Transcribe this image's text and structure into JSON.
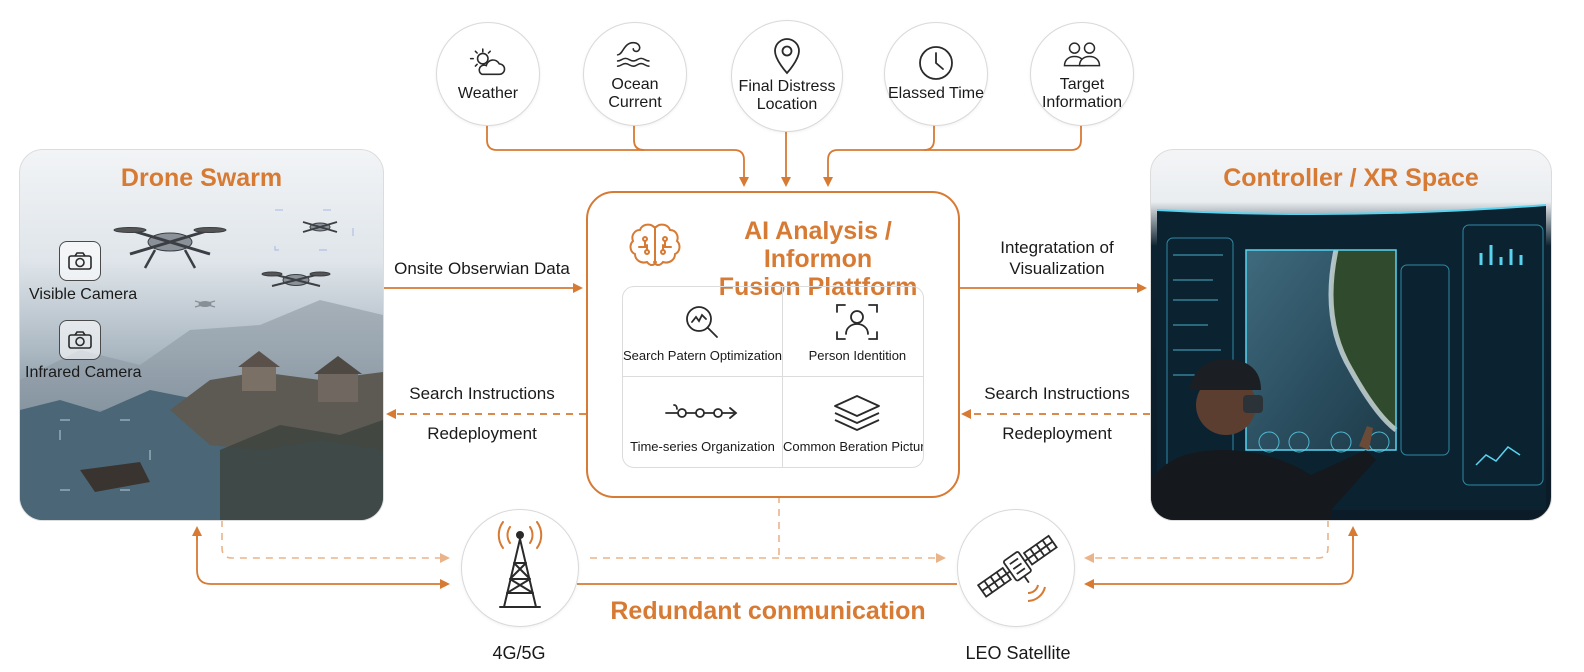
{
  "accent_color": "#d77a33",
  "inputs": [
    {
      "label": "Weather",
      "icon": "weather-icon"
    },
    {
      "label": "Ocean\nCurrent",
      "icon": "wave-icon"
    },
    {
      "label": "Final Distress\nLocation",
      "icon": "location-pin-icon"
    },
    {
      "label": "Elassed Time",
      "icon": "clock-icon"
    },
    {
      "label": "Target\nInformation",
      "icon": "people-icon"
    }
  ],
  "drone_panel": {
    "title": "Drone Swarm",
    "sensors": [
      {
        "label": "Visible Camera",
        "icon": "camera-icon"
      },
      {
        "label": "Infrared Camera",
        "icon": "camera-icon"
      }
    ]
  },
  "platform": {
    "title": "AI Analysis / Informon\nFusion Plattform",
    "icon": "brain-icon",
    "functions": [
      {
        "label": "Search Patern Optimization",
        "icon": "magnifier-chart-icon"
      },
      {
        "label": "Person Identition",
        "icon": "person-scan-icon"
      },
      {
        "label": "Time-series Organization",
        "icon": "timeline-icon"
      },
      {
        "label": "Common Beration Picture",
        "icon": "layers-icon"
      }
    ]
  },
  "xr_panel": {
    "title": "Controller / XR Space"
  },
  "flows": {
    "onsite": "Onsite Obserwian Data",
    "search_left": "Search Instructions",
    "redeploy_left": "Redeployment",
    "visualization": "Integratation of\nVisualization",
    "search_right": "Search Instructions",
    "redeploy_right": "Redeployment"
  },
  "communication": {
    "title": "Redundant conmunication",
    "nodes": [
      {
        "label": "4G/5G",
        "icon": "cell-tower-icon"
      },
      {
        "label": "LEO Satellite",
        "icon": "satellite-icon"
      }
    ]
  }
}
